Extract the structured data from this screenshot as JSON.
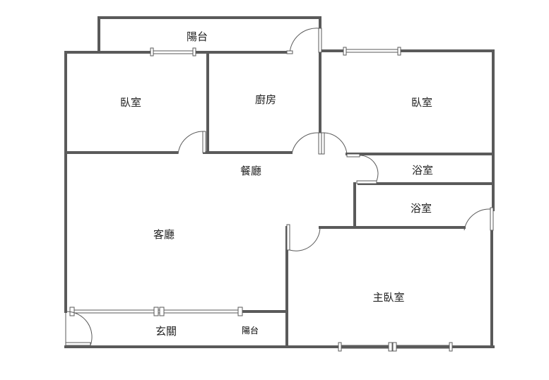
{
  "floorplan": {
    "rooms": {
      "balcony_top": "陽台",
      "bedroom_left": "臥室",
      "kitchen": "廚房",
      "bedroom_right": "臥室",
      "dining": "餐廳",
      "bath_upper": "浴室",
      "bath_lower": "浴室",
      "living": "客廳",
      "master_bedroom": "主臥室",
      "entrance": "玄關",
      "balcony_bottom": "陽台"
    }
  }
}
